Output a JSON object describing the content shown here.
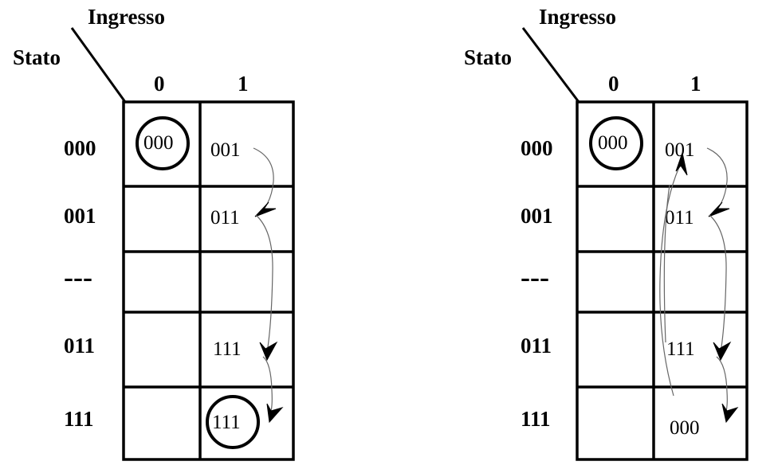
{
  "colors": {
    "ink": "#000000",
    "arrow": "#666666",
    "background": "#ffffff"
  },
  "tables": [
    {
      "input_label": "Ingresso",
      "state_label": "Stato",
      "columns": [
        "0",
        "1"
      ],
      "rows": [
        {
          "state": "000",
          "cells": [
            "000",
            "001"
          ],
          "circled": [
            true,
            false
          ]
        },
        {
          "state": "001",
          "cells": [
            "",
            "011"
          ],
          "circled": [
            false,
            false
          ]
        },
        {
          "state": "---",
          "cells": [
            "",
            ""
          ],
          "circled": [
            false,
            false
          ]
        },
        {
          "state": "011",
          "cells": [
            "",
            "111"
          ],
          "circled": [
            false,
            false
          ]
        },
        {
          "state": "111",
          "cells": [
            "",
            "111"
          ],
          "circled": [
            false,
            true
          ]
        }
      ]
    },
    {
      "input_label": "Ingresso",
      "state_label": "Stato",
      "columns": [
        "0",
        "1"
      ],
      "rows": [
        {
          "state": "000",
          "cells": [
            "000",
            "001"
          ],
          "circled": [
            true,
            false
          ]
        },
        {
          "state": "001",
          "cells": [
            "",
            "011"
          ],
          "circled": [
            false,
            false
          ]
        },
        {
          "state": "---",
          "cells": [
            "",
            ""
          ],
          "circled": [
            false,
            false
          ]
        },
        {
          "state": "011",
          "cells": [
            "",
            "111"
          ],
          "circled": [
            false,
            false
          ]
        },
        {
          "state": "111",
          "cells": [
            "",
            "000"
          ],
          "circled": [
            false,
            false
          ]
        }
      ]
    }
  ]
}
